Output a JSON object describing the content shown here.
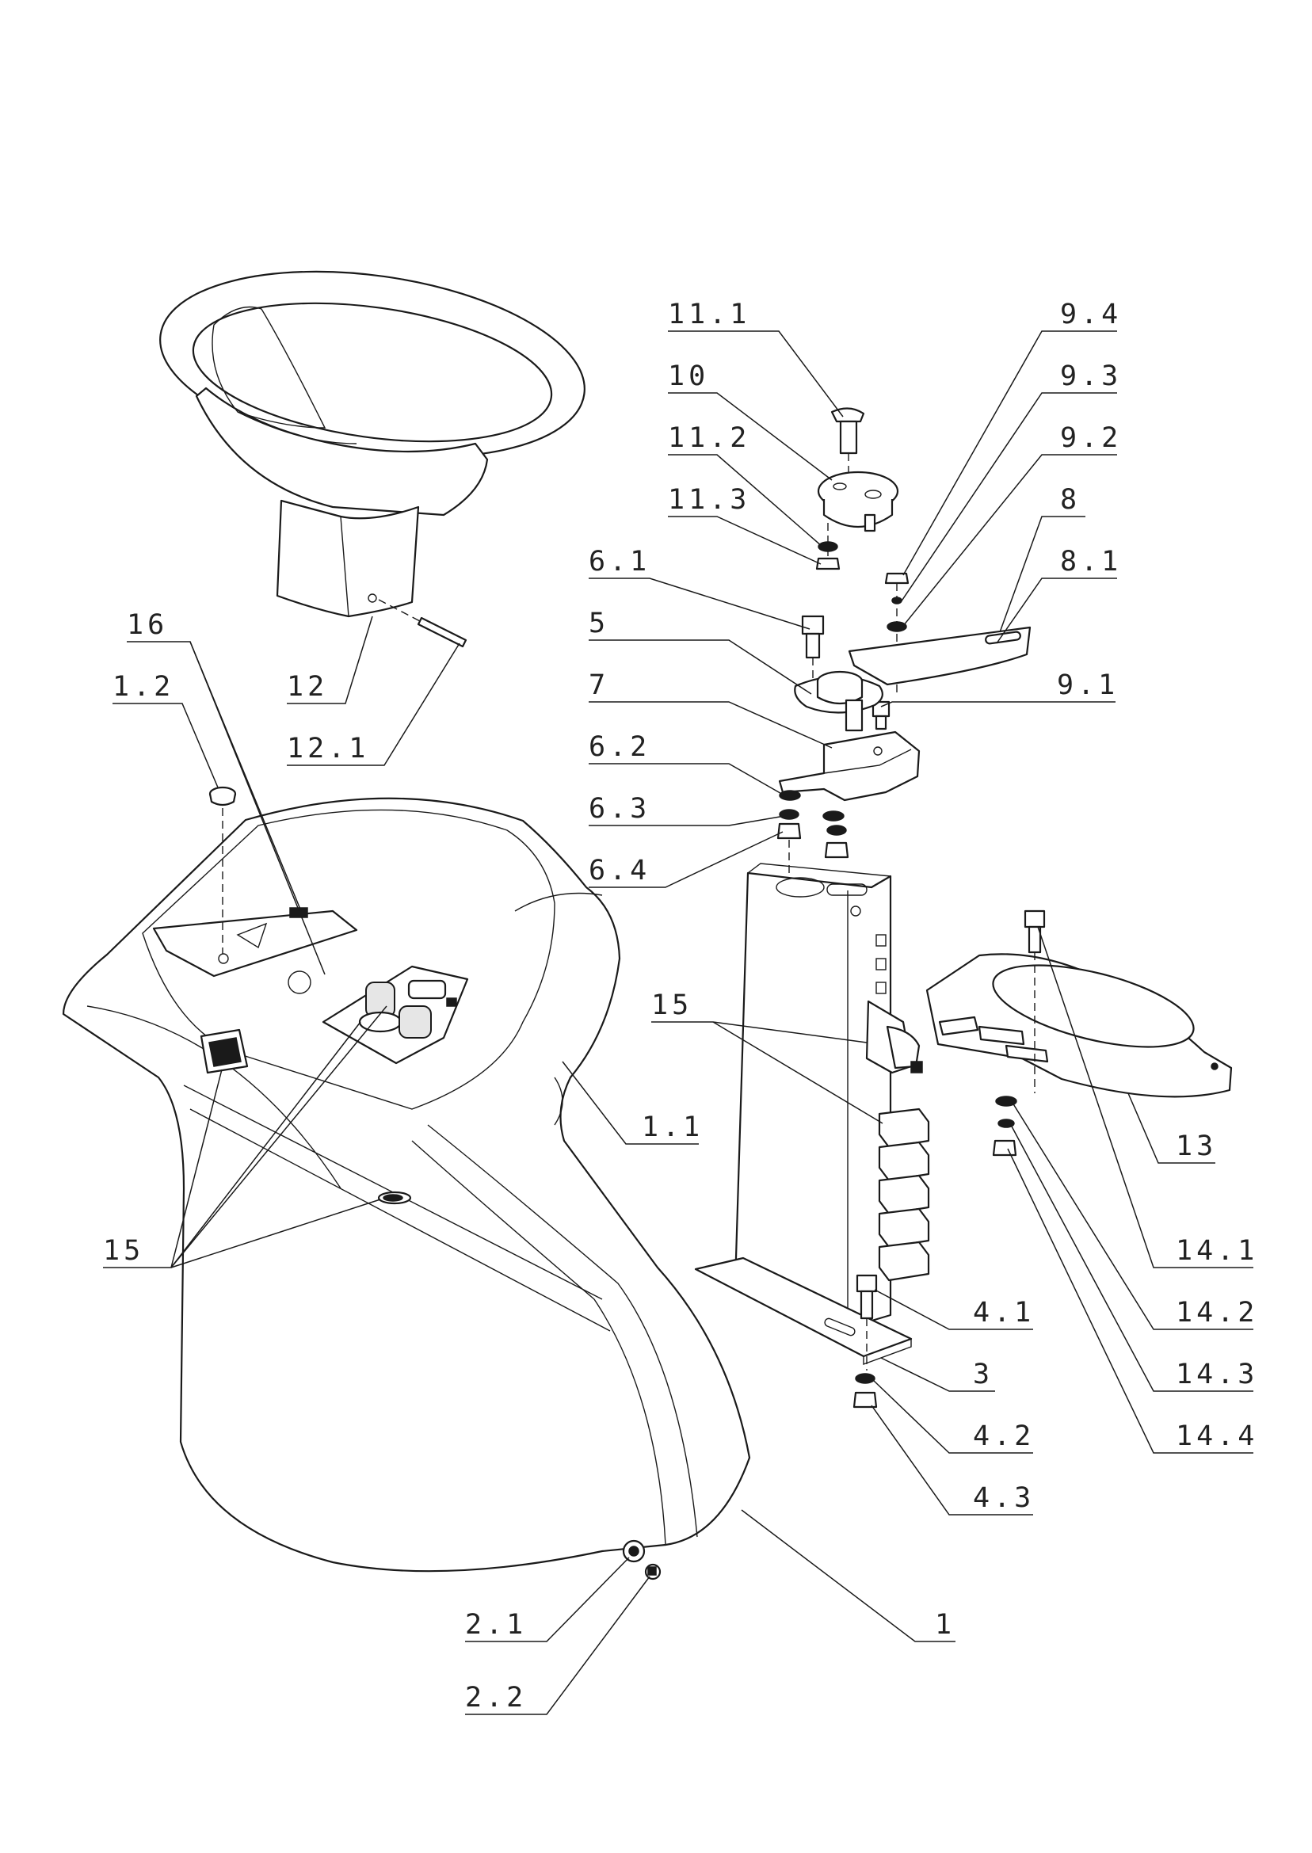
{
  "diagram": {
    "callouts": [
      {
        "id": "11.1",
        "text": "11.1"
      },
      {
        "id": "10",
        "text": "10"
      },
      {
        "id": "11.2",
        "text": "11.2"
      },
      {
        "id": "11.3",
        "text": "11.3"
      },
      {
        "id": "9.4",
        "text": "9.4"
      },
      {
        "id": "9.3",
        "text": "9.3"
      },
      {
        "id": "9.2",
        "text": "9.2"
      },
      {
        "id": "8",
        "text": "8"
      },
      {
        "id": "8.1",
        "text": "8.1"
      },
      {
        "id": "9.1",
        "text": "9.1"
      },
      {
        "id": "6.1",
        "text": "6.1"
      },
      {
        "id": "5",
        "text": "5"
      },
      {
        "id": "7",
        "text": "7"
      },
      {
        "id": "6.2",
        "text": "6.2"
      },
      {
        "id": "6.3",
        "text": "6.3"
      },
      {
        "id": "6.4",
        "text": "6.4"
      },
      {
        "id": "16",
        "text": "16"
      },
      {
        "id": "1.2",
        "text": "1.2"
      },
      {
        "id": "12",
        "text": "12"
      },
      {
        "id": "12.1",
        "text": "12.1"
      },
      {
        "id": "15a",
        "text": "15"
      },
      {
        "id": "1.1",
        "text": "1.1"
      },
      {
        "id": "13",
        "text": "13"
      },
      {
        "id": "15b",
        "text": "15"
      },
      {
        "id": "14.1",
        "text": "14.1"
      },
      {
        "id": "14.2",
        "text": "14.2"
      },
      {
        "id": "14.3",
        "text": "14.3"
      },
      {
        "id": "14.4",
        "text": "14.4"
      },
      {
        "id": "4.1",
        "text": "4.1"
      },
      {
        "id": "3",
        "text": "3"
      },
      {
        "id": "4.2",
        "text": "4.2"
      },
      {
        "id": "4.3",
        "text": "4.3"
      },
      {
        "id": "1",
        "text": "1"
      },
      {
        "id": "2.1",
        "text": "2.1"
      },
      {
        "id": "2.2",
        "text": "2.2"
      }
    ]
  }
}
